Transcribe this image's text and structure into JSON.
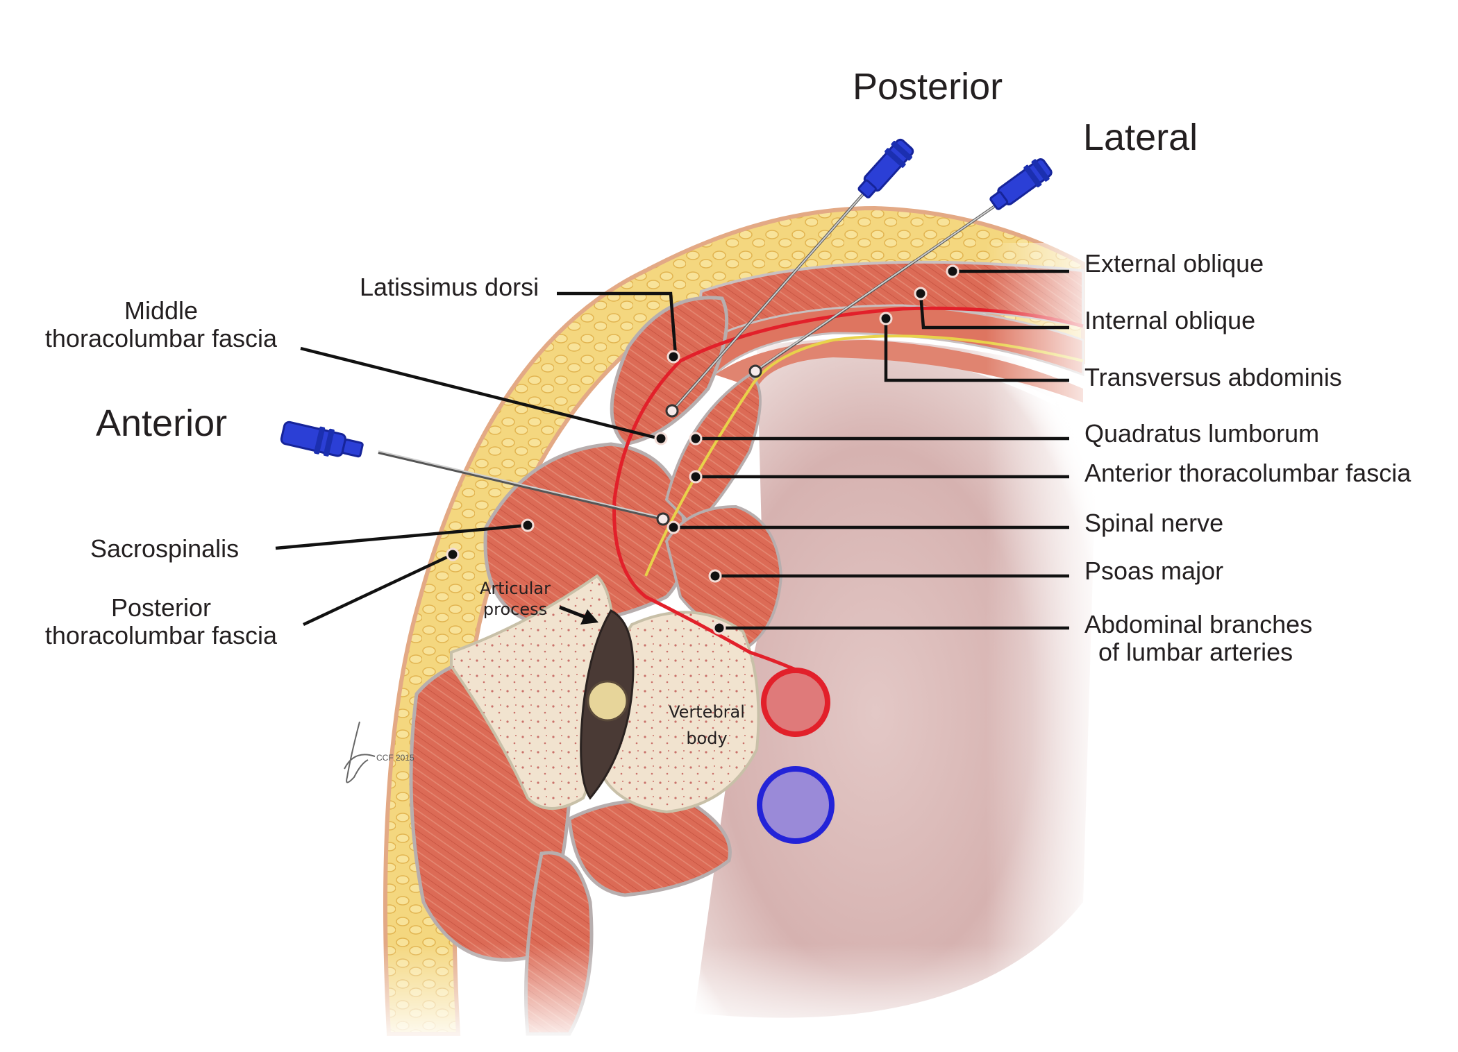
{
  "approaches": {
    "posterior": "Posterior",
    "lateral": "Lateral",
    "anterior": "Anterior"
  },
  "labels": {
    "latissimus_dorsi": "Latissimus dorsi",
    "middle_tlf_line1": "Middle",
    "middle_tlf_line2": "thoracolumbar fascia",
    "sacrospinalis": "Sacrospinalis",
    "posterior_tlf_line1": "Posterior",
    "posterior_tlf_line2": "thoracolumbar fascia",
    "external_oblique": "External oblique",
    "internal_oblique": "Internal oblique",
    "transversus_abdominis": "Transversus abdominis",
    "quadratus_lumborum": "Quadratus lumborum",
    "anterior_tlf": "Anterior thoracolumbar fascia",
    "spinal_nerve": "Spinal nerve",
    "psoas_major": "Psoas major",
    "lumbar_arteries_line1": "Abdominal branches",
    "lumbar_arteries_line2": "of lumbar arteries"
  },
  "structures": {
    "articular_line1": "Articular",
    "articular_line2": "process",
    "vertebral_line1": "Vertebral",
    "vertebral_line2": "body"
  },
  "signature": {
    "text": "CCF 2015"
  },
  "colors": {
    "fat": "#f2d37a",
    "muscle": "#dd6a55",
    "cavity": "#d8b6b4",
    "needle_hub": "#2b3fd6",
    "artery": "#e2202a",
    "vein": "#2323d8",
    "nerve": "#e8d24a"
  }
}
